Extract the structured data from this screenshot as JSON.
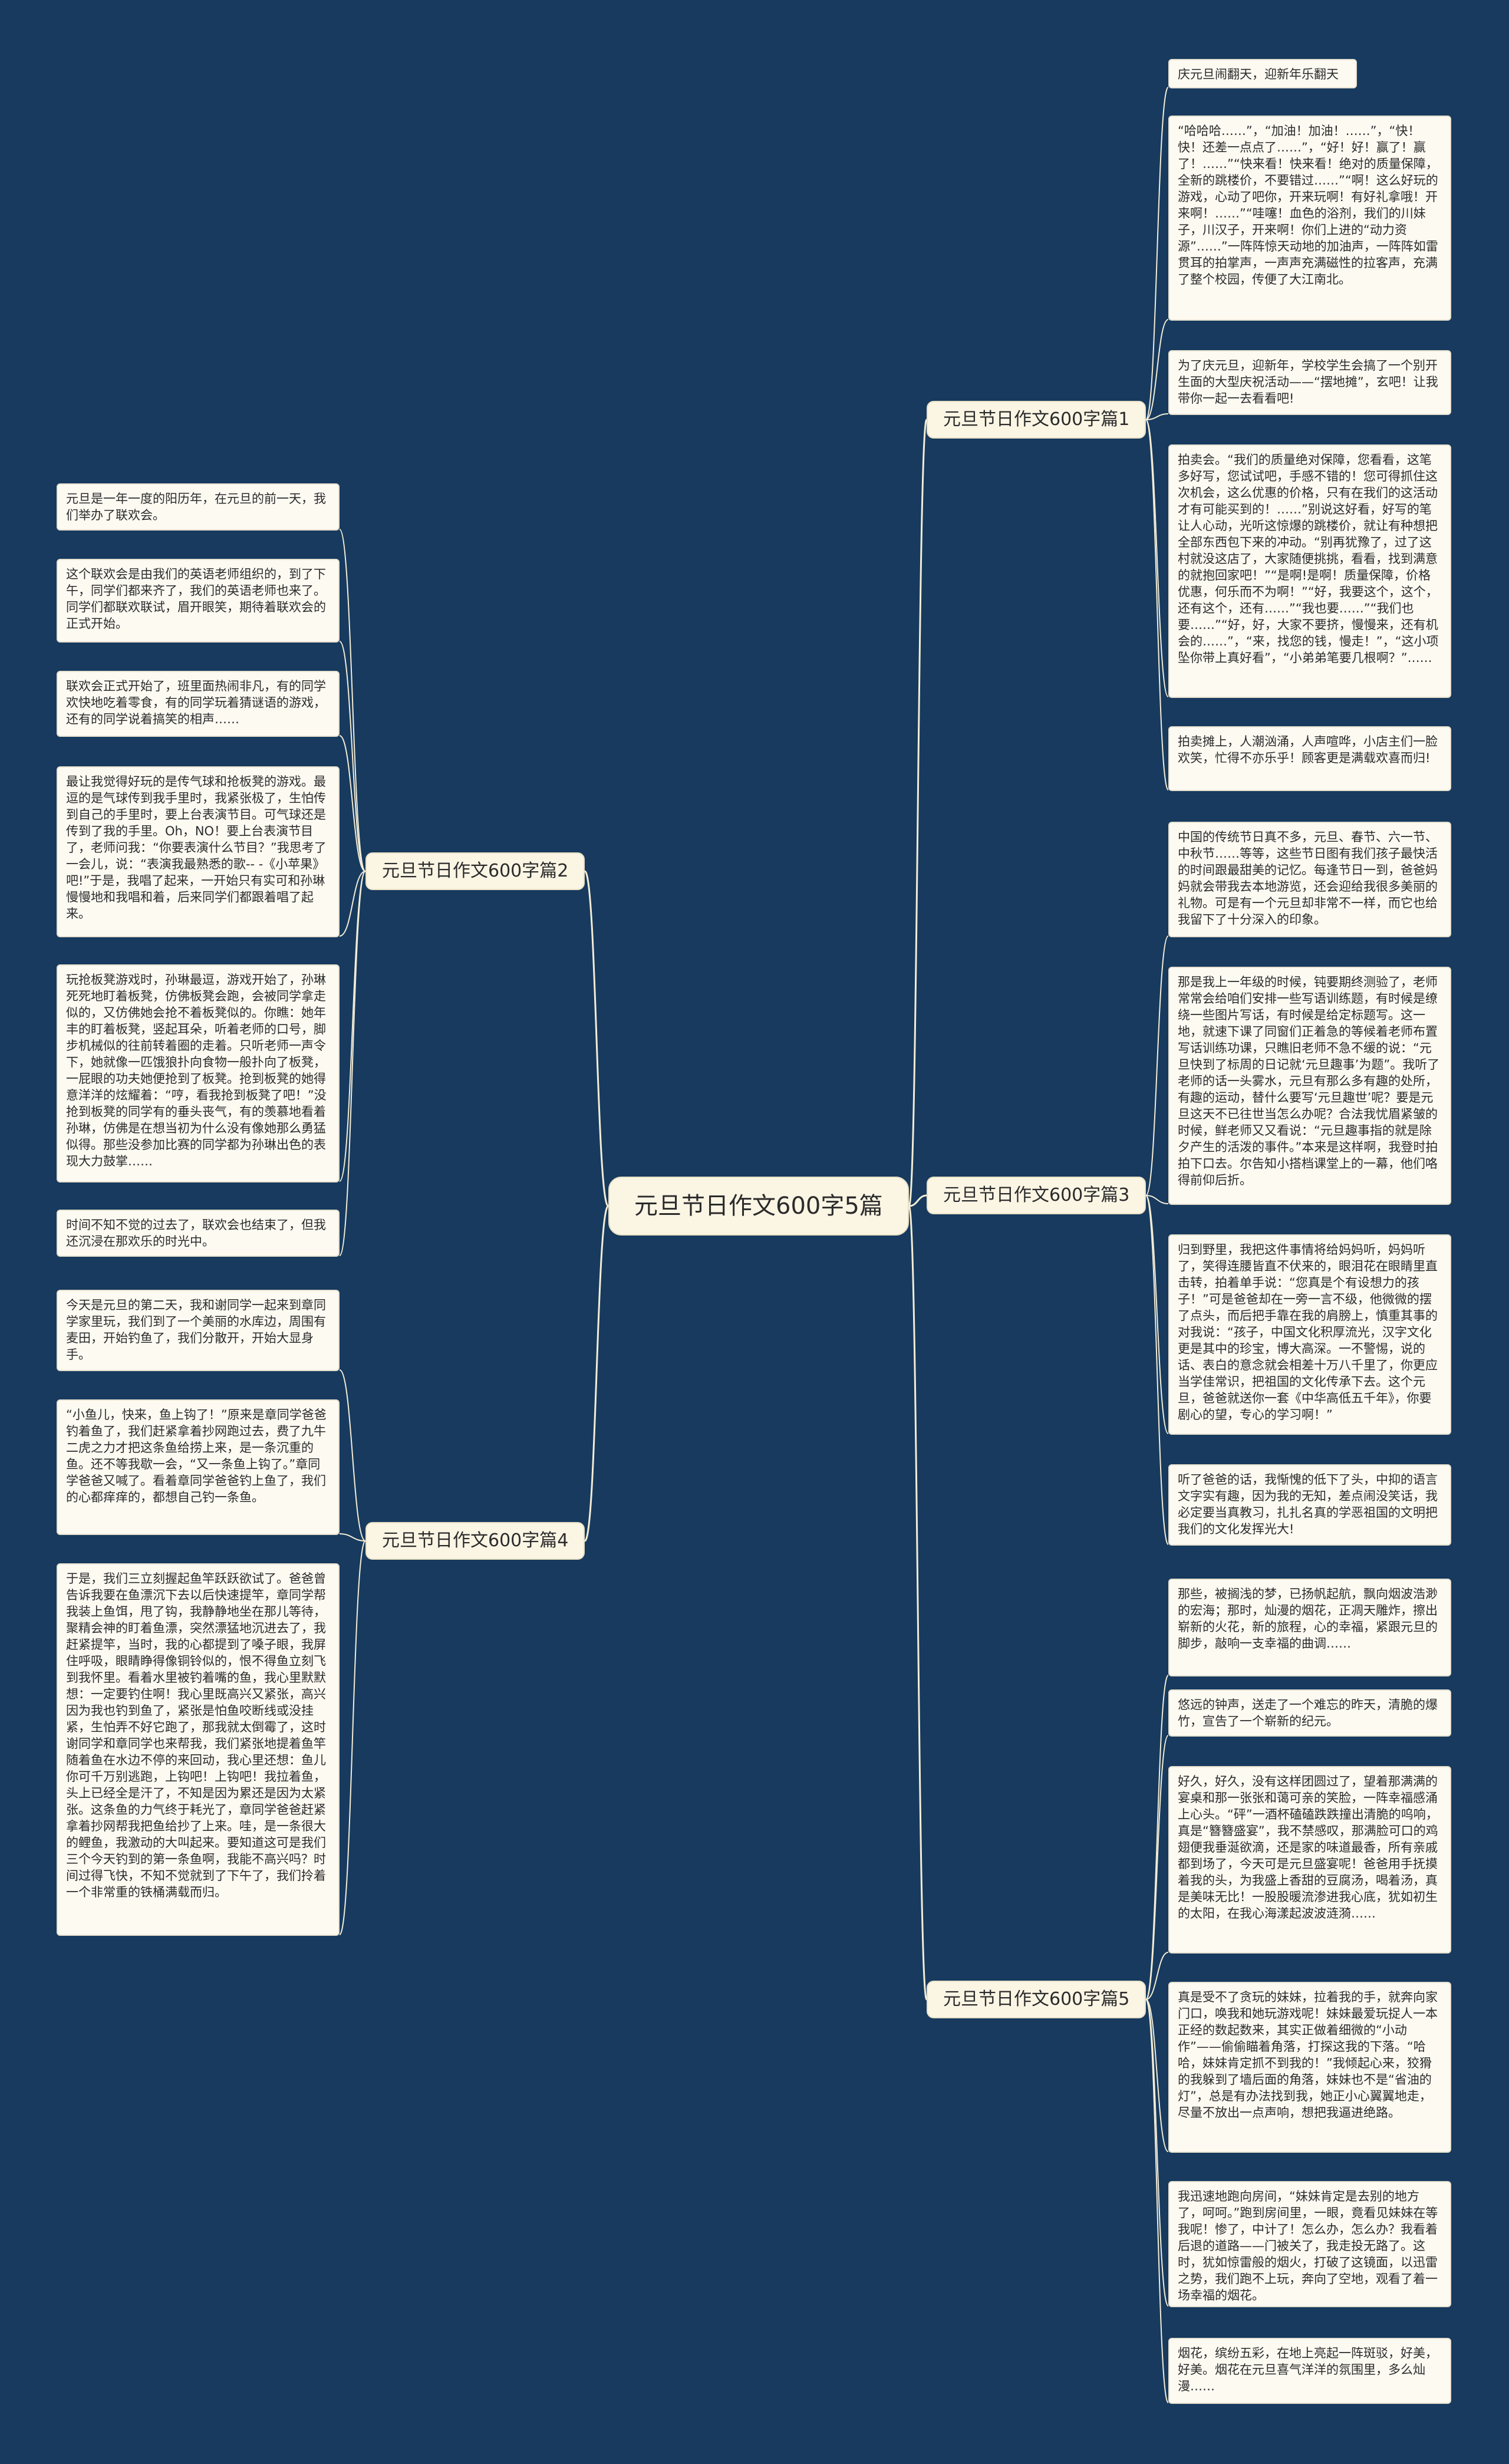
{
  "title": "元旦节日作文600字5篇",
  "colors": {
    "background": "#173a5e",
    "connector": "#f3ecd6",
    "node": "#fbf5e4",
    "leaf": "#fdfaf2"
  },
  "branches": [
    {
      "label": "元旦节日作文600字篇1",
      "side": "right",
      "leaves": [
        "庆元旦闹翻天，迎新年乐翻天",
        "“哈哈哈……”，“加油！加油！……”，“快！快！还差一点点了……”，“好！好！赢了！赢了！……”“快来看！快来看！绝对的质量保障，全新的跳楼价，不要错过……”“啊！这么好玩的游戏，心动了吧你，开来玩啊！有好礼拿哦！开来啊！……”“哇噻！血色的浴剂，我们的川妹子，川汉子，开来啊！你们上进的“动力资源”……”一阵阵惊天动地的加油声，一阵阵如雷贯耳的拍掌声，一声声充满磁性的拉客声，充满了整个校园，传便了大江南北。",
        "为了庆元旦，迎新年，学校学生会搞了一个别开生面的大型庆祝活动——“摆地摊”，玄吧！让我带你一起一去看看吧!",
        "拍卖会。“我们的质量绝对保障，您看看，这笔多好写，您试试吧，手感不错的！您可得抓住这次机会，这么优惠的价格，只有在我们的这活动才有可能买到的！……”别说这好看，好写的笔让人心动，光听这惊爆的跳楼价，就让有种想把全部东西包下来的冲动。“别再犹豫了，过了这村就没这店了，大家随便挑挑，看看，找到满意的就抱回家吧！”“是啊!是啊！质量保障，价格优惠，何乐而不为啊！”“好，我要这个，这个，还有这个，还有……”“我也要……”“我们也要……”“好，好，大家不要挤，慢慢来，还有机会的……”，“来，找您的钱，慢走！”，“这小项坠你带上真好看”，“小弟弟笔要几根啊？”……",
        "拍卖摊上，人潮汹涌，人声喧哗，小店主们一脸欢笑，忙得不亦乐乎！顾客更是满载欢喜而归!"
      ]
    },
    {
      "label": "元旦节日作文600字篇2",
      "side": "left",
      "leaves": [
        "元旦是一年一度的阳历年，在元旦的前一天，我们举办了联欢会。",
        "这个联欢会是由我们的英语老师组织的，到了下午，同学们都来齐了，我们的英语老师也来了。同学们都联欢联试，眉开眼笑，期待着联欢会的正式开始。",
        "联欢会正式开始了，班里面热闹非凡，有的同学欢快地吃着零食，有的同学玩着猜谜语的游戏，还有的同学说着搞笑的相声……",
        "最让我觉得好玩的是传气球和抢板凳的游戏。最逗的是气球传到我手里时，我紧张极了，生怕传到自己的手里时，要上台表演节目。可气球还是传到了我的手里。Oh，NO！要上台表演节目了，老师问我：“你要表演什么节目？”我思考了一会儿，说：“表演我最熟悉的歌-- -《小苹果》吧!”于是，我唱了起来，一开始只有实可和孙琳慢慢地和我唱和着，后来同学们都跟着唱了起来。",
        "玩抢板凳游戏时，孙琳最逗，游戏开始了，孙琳死死地盯着板凳，仿佛板凳会跑，会被同学拿走似的，又仿佛她会抢不着板凳似的。你瞧：她年丰的盯着板凳，竖起耳朵，听着老师的口号，脚步机械似的往前转着圈的走着。只听老师一声令下，她就像一匹饿狼扑向食物一般扑向了板凳，一屁眼的功夫她便抢到了板凳。抢到板凳的她得意洋洋的炫耀着：“哼，看我抢到板凳了吧！”没抢到板凳的同学有的垂头丧气，有的羡慕地看着孙琳，仿佛是在想当初为什么没有像她那么勇猛似得。那些没参加比赛的同学都为孙琳出色的表现大力鼓掌……",
        "时间不知不觉的过去了，联欢会也结束了，但我还沉浸在那欢乐的时光中。"
      ]
    },
    {
      "label": "元旦节日作文600字篇3",
      "side": "right",
      "leaves": [
        "中国的传统节日真不多，元旦、春节、六一节、中秋节……等等，这些节日图有我们孩子最快活的时间跟最甜美的记忆。每逢节日一到，爸爸妈妈就会带我去本地游览，还会迎给我很多美丽的礼物。可是有一个元旦却非常不一样，而它也给我留下了十分深入的印象。",
        "那是我上一年级的时候，钝要期终测验了，老师常常会给咱们安排一些写语训练题，有时候是缭绕一些图片写话，有时候是给定标题写。这一地，就速下课了同窗们正着急的等候着老师布置写话训练功课，只瞧旧老师不急不缓的说：“元旦快到了标周的日记就‘元旦趣事’为题”。我听了老师的话一头雾水，元旦有那么多有趣的处所，有趣的运动，替什么要写‘元旦趣世’呢？要是元旦这天不已往世当怎么办呢？合法我忧眉紧皱的时候，鲜老师又又看说：“元旦趣事指的就是除夕产生的活泼的事件。”本来是这样啊，我登时拍拍下口去。尔告知小搭档课堂上的一幕，他们咯得前仰后折。",
        "归到野里，我把这件事情将给妈妈听，妈妈听了，笑得连腰皆直不伏来的，眼泪花在眼睛里直击转，拍着单手说：“您真是个有设想力的孩子！”可是爸爸却在一旁一言不级，他微微的摆了点头，而后把手靠在我的肩膀上，慎重其事的对我说：“孩子，中国文化积厚流光，汉字文化更是其中的珍宝，博大高深。一不警惕，说的话、表白的意念就会相差十万八千里了，你更应当学佳常识，把祖国的文化传承下去。这个元旦，爸爸就送你一套《中华高低五千年》，你要剧心的望，专心的学习啊！”",
        "听了爸爸的话，我惭愧的低下了头，中抑的语言文字实有趣，因为我的无知，差点闹没笑话，我必定要当真教习，扎扎名真的学恶祖国的文明把我们的文化发挥光大!"
      ]
    },
    {
      "label": "元旦节日作文600字篇4",
      "side": "left",
      "leaves": [
        "今天是元旦的第二天，我和谢同学一起来到章同学家里玩，我们到了一个美丽的水库边，周围有麦田，开始钓鱼了，我们分散开，开始大显身手。",
        "“小鱼儿，快来，鱼上钩了！”原来是章同学爸爸钓着鱼了，我们赶紧拿着抄网跑过去，费了九牛二虎之力才把这条鱼给捞上来，是一条沉重的鱼。还不等我歇一会，“又一条鱼上钩了。”章同学爸爸又喊了。看着章同学爸爸钓上鱼了，我们的心都痒痒的，都想自己钓一条鱼。",
        "于是，我们三立刻握起鱼竿跃跃欲试了。爸爸曾告诉我要在鱼漂沉下去以后快速提竿，章同学帮我装上鱼饵，甩了钩，我静静地坐在那儿等待，聚精会神的盯着鱼漂，突然漂猛地沉进去了，我赶紧提竿，当时，我的心都提到了嗓子眼，我屏住呼吸，眼睛睁得像铜铃似的，恨不得鱼立刻飞到我怀里。看着水里被钓着嘴的鱼，我心里默默想：一定要钓住啊！我心里既高兴又紧张，高兴因为我也钓到鱼了，紧张是怕鱼咬断线或没挂紧，生怕弄不好它跑了，那我就太倒霉了，这时谢同学和章同学也来帮我，我们紧张地提着鱼竿随着鱼在水边不停的来回动，我心里还想：鱼儿你可千万别逃跑，上钩吧！上钩吧！我拉着鱼，头上已经全是汗了，不知是因为累还是因为太紧张。这条鱼的力气终于耗光了，章同学爸爸赶紧拿着抄网帮我把鱼给抄了上来。哇，是一条很大的鲤鱼，我激动的大叫起来。要知道这可是我们三个今天钓到的第一条鱼啊，我能不高兴吗？时间过得飞快，不知不觉就到了下午了，我们拎着一个非常重的铁桶满载而归。"
      ]
    },
    {
      "label": "元旦节日作文600字篇5",
      "side": "right",
      "leaves": [
        "那些，被搁浅的梦，已扬帆起航，飘向烟波浩渺的宏海；那时，灿漫的烟花，正凋天雕炸，擦出崭新的火花，新的旅程，心的幸福，紧跟元旦的脚步，敲响一支幸福的曲调……",
        "悠远的钟声，送走了一个难忘的昨天，清脆的爆竹，宣告了一个崭新的纪元。",
        "好久，好久，没有这样团圆过了，望着那满满的宴桌和那一张张和蔼可亲的笑脸，一阵幸福感涌上心头。“砰”一酒杯磕磕跌跌撞出清脆的呜响，真是“簪簪盛宴”，我不禁感叹，那满脸可口的鸡翅便我垂涎欲滴，还是家的味道最香，所有亲戚都到场了，今天可是元旦盛宴呢！爸爸用手抚摸着我的头，为我盛上香甜的豆腐汤，喝着汤，真是美味无比！一股股暖流渗进我心底，犹如初生的太阳，在我心海漾起波波涟漪……",
        "真是受不了贪玩的妹妹，拉着我的手，就奔向家门口，唤我和她玩游戏呢！妹妹最爱玩捉人一本正经的数起数来，其实正做着细微的“小动作”——偷偷瞄着角落，打探这我的下落。“哈哈，妹妹肯定抓不到我的！”我倾起心来，狡猾的我躲到了墙后面的角落，妹妹也不是“省油的灯”，总是有办法找到我，她正小心翼翼地走，尽量不放出一点声响，想把我逼进绝路。",
        "我迅速地跑向房间，“妹妹肯定是去别的地方了，呵呵。”跑到房间里，一眼，竟看见妹妹在等我呢！惨了，中计了！怎么办，怎么办？我看着后退的道路——门被关了，我走投无路了。这时，犹如惊雷般的烟火，打破了这镜面，以迅雷之势，我们跑不上玩，奔向了空地，观看了着一场幸福的烟花。",
        "烟花，缤纷五彩，在地上亮起一阵斑驳，好美，好美。烟花在元旦喜气洋洋的氛围里，多么灿漫……"
      ]
    }
  ]
}
